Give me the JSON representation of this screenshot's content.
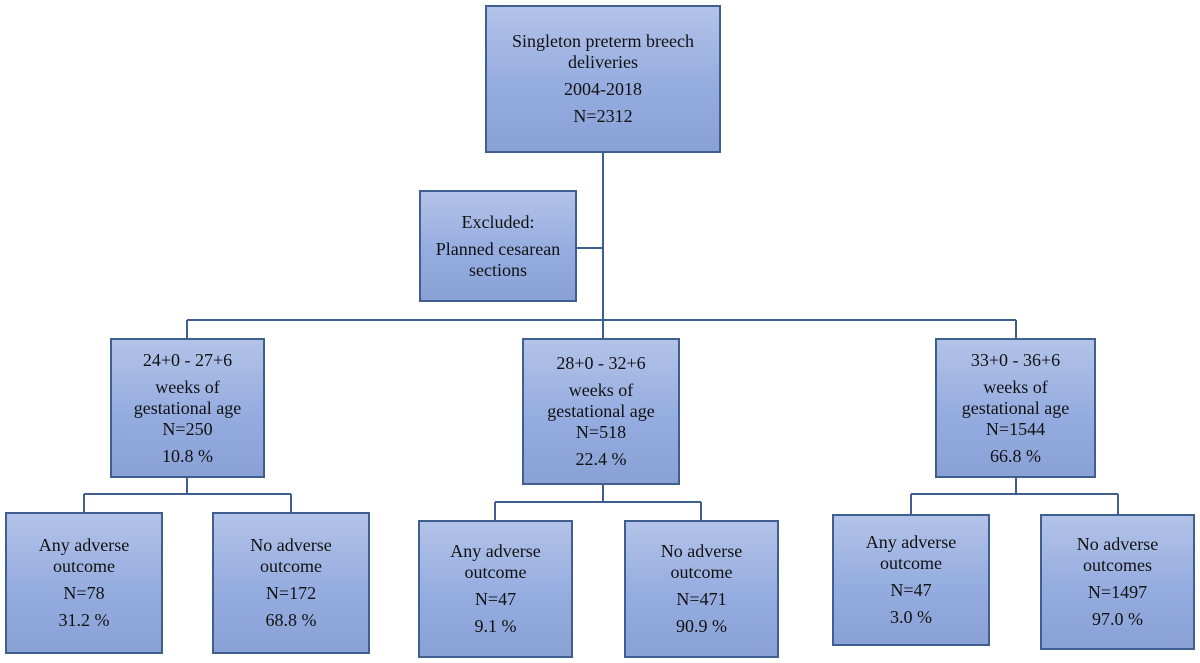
{
  "root": {
    "title_line1": "Singleton preterm breech",
    "title_line2": "deliveries",
    "years": "2004-2018",
    "n": "N=2312"
  },
  "excluded": {
    "label": "Excluded:",
    "reason_line1": "Planned cesarean",
    "reason_line2": "sections"
  },
  "groups": [
    {
      "range": "24+0 - 27+6",
      "desc_line1": "weeks of",
      "desc_line2": "gestational age",
      "n": "N=250",
      "pct": "10.8 %",
      "children": [
        {
          "line1": "Any adverse",
          "line2": "outcome",
          "n": "N=78",
          "pct": "31.2 %"
        },
        {
          "line1": "No adverse",
          "line2": "outcome",
          "n": "N=172",
          "pct": "68.8 %"
        }
      ]
    },
    {
      "range": "28+0 - 32+6",
      "desc_line1": "weeks of",
      "desc_line2": "gestational age",
      "n": "N=518",
      "pct": "22.4 %",
      "children": [
        {
          "line1": "Any adverse",
          "line2": "outcome",
          "n": "N=47",
          "pct": "9.1 %"
        },
        {
          "line1": "No adverse",
          "line2": "outcome",
          "n": "N=471",
          "pct": "90.9 %"
        }
      ]
    },
    {
      "range": "33+0 - 36+6",
      "desc_line1": "weeks of",
      "desc_line2": "gestational age",
      "n": "N=1544",
      "pct": "66.8 %",
      "children": [
        {
          "line1": "Any adverse",
          "line2": "outcome",
          "n": "N=47",
          "pct": "3.0 %"
        },
        {
          "line1": "No adverse",
          "line2": "outcomes",
          "n": "N=1497",
          "pct": "97.0 %"
        }
      ]
    }
  ]
}
